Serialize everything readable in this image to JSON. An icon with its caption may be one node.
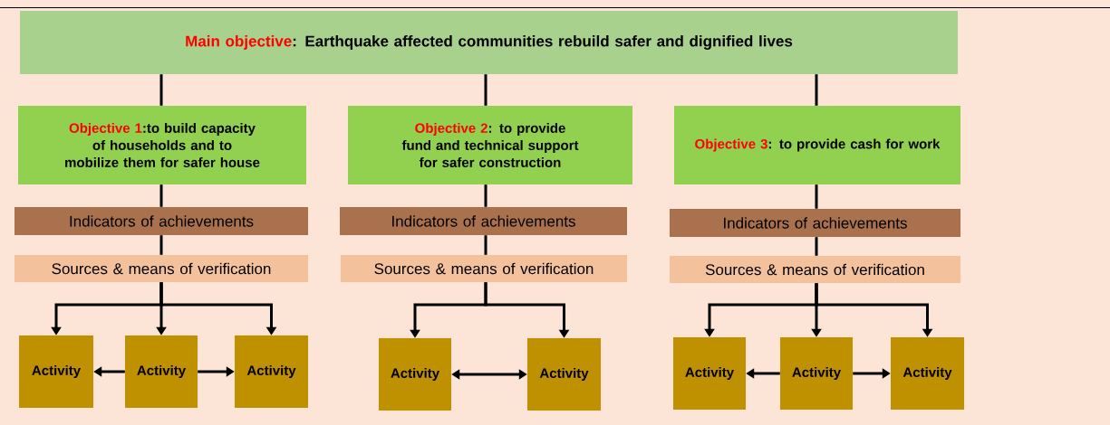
{
  "diagram": {
    "nodes": [
      {
        "text": [
          "Main objective",
          ": Earthquake affected communities rebuild safer and dignified lives"
        ]
      },
      {
        "text": [
          "Objective 1",
          ":to build capacity of households and to mobilize them for safer house"
        ]
      },
      {
        "text": [
          "Indicators of achievements"
        ]
      },
      {
        "text": [
          "Sources & means of verification"
        ]
      },
      {
        "text": [
          "Activity"
        ]
      },
      {
        "text": [
          "Activity"
        ]
      },
      {
        "text": [
          "Activity"
        ]
      },
      {
        "text": [
          "Objective 2",
          ": to provide fund and technical support for safer construction"
        ]
      },
      {
        "text": [
          "Indicators of achievements"
        ]
      },
      {
        "text": [
          "Sources & means of verification"
        ]
      },
      {
        "text": [
          "Activity"
        ]
      },
      {
        "text": [
          "Activity"
        ]
      },
      {
        "text": [
          "Objective 3",
          ": to provide cash for work"
        ]
      },
      {
        "text": [
          "Indicators of achievements"
        ]
      },
      {
        "text": [
          "Sources & means of verification"
        ]
      },
      {
        "text": [
          "Activity"
        ]
      },
      {
        "text": [
          "Activity"
        ]
      },
      {
        "text": [
          "Activity"
        ]
      }
    ],
    "edges": [
      {
        "from": 0,
        "to": 1,
        "arrow": "none"
      },
      {
        "from": 0,
        "to": 7,
        "arrow": "none"
      },
      {
        "from": 0,
        "to": 12,
        "arrow": "none"
      },
      {
        "from": 1,
        "to": 2,
        "arrow": "none"
      },
      {
        "from": 2,
        "to": 3,
        "arrow": "none"
      },
      {
        "from": 3,
        "to": 4,
        "arrow": "to"
      },
      {
        "from": 3,
        "to": 5,
        "arrow": "to"
      },
      {
        "from": 3,
        "to": 6,
        "arrow": "to"
      },
      {
        "from": 5,
        "to": 4,
        "arrow": "to"
      },
      {
        "from": 5,
        "to": 6,
        "arrow": "to"
      },
      {
        "from": 7,
        "to": 8,
        "arrow": "none"
      },
      {
        "from": 8,
        "to": 9,
        "arrow": "none"
      },
      {
        "from": 9,
        "to": 10,
        "arrow": "to"
      },
      {
        "from": 9,
        "to": 11,
        "arrow": "to"
      },
      {
        "from": 10,
        "to": 11,
        "arrow": "both"
      },
      {
        "from": 12,
        "to": 13,
        "arrow": "none"
      },
      {
        "from": 13,
        "to": 14,
        "arrow": "none"
      },
      {
        "from": 14,
        "to": 15,
        "arrow": "to"
      },
      {
        "from": 14,
        "to": 16,
        "arrow": "to"
      },
      {
        "from": 14,
        "to": 17,
        "arrow": "to"
      },
      {
        "from": 16,
        "to": 15,
        "arrow": "to"
      },
      {
        "from": 16,
        "to": 17,
        "arrow": "to"
      }
    ]
  }
}
